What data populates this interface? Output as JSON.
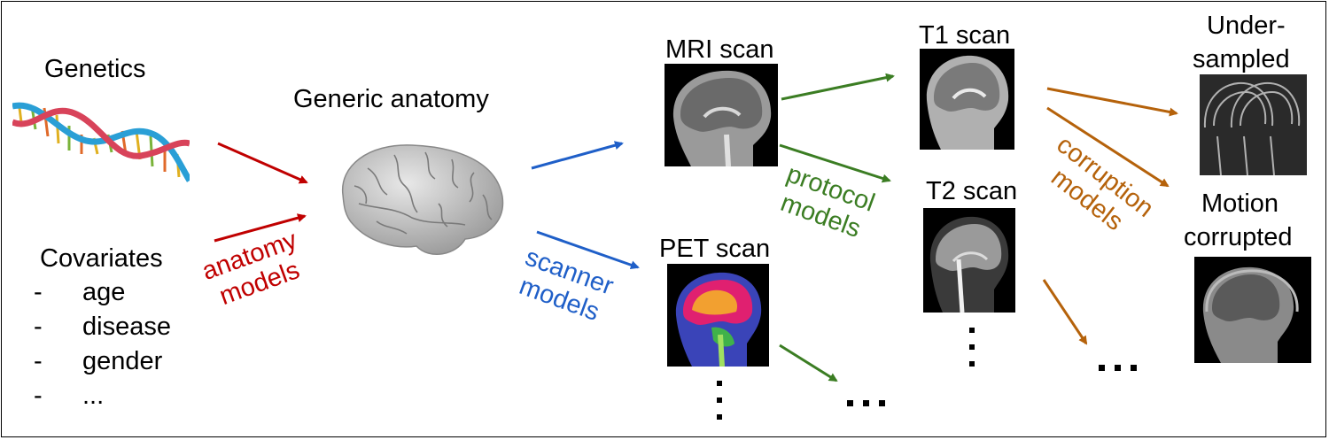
{
  "labels": {
    "genetics": "Genetics",
    "covariates": "Covariates",
    "generic_anatomy": "Generic anatomy",
    "mri_scan": "MRI scan",
    "pet_scan": "PET scan",
    "t1_scan": "T1 scan",
    "t2_scan": "T2 scan",
    "undersampled_line1": "Under-",
    "undersampled_line2": "sampled",
    "motion_line1": "Motion",
    "motion_line2": "corrupted"
  },
  "covariates_list": [
    {
      "dash": "-",
      "text": "age"
    },
    {
      "dash": "-",
      "text": "disease"
    },
    {
      "dash": "-",
      "text": "gender"
    },
    {
      "dash": "-",
      "text": "..."
    }
  ],
  "models": {
    "anatomy_line1": "anatomy",
    "anatomy_line2": "models",
    "scanner_line1": "scanner",
    "scanner_line2": "models",
    "protocol_line1": "protocol",
    "protocol_line2": "models",
    "corruption_line1": "corruption",
    "corruption_line2": "models"
  },
  "colors": {
    "anatomy": "#c00000",
    "scanner": "#1f5fc8",
    "protocol": "#3b7d23",
    "corruption": "#b5620b"
  }
}
